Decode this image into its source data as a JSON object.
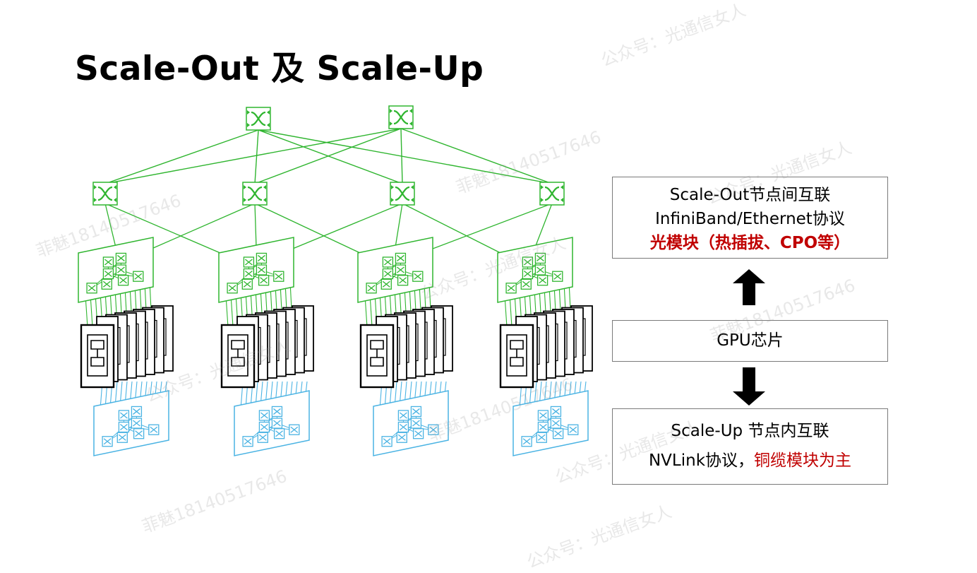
{
  "title": "Scale-Out 及 Scale-Up",
  "boxes": {
    "scale_out": {
      "line1": "Scale-Out节点间互联",
      "line2": "InfiniBand/Ethernet协议",
      "line3": "光模块（热插拔、CPO等）"
    },
    "gpu": {
      "label": "GPU芯片"
    },
    "scale_up": {
      "line1": "Scale-Up 节点内互联",
      "line2_black": "NVLink协议，",
      "line2_red": "铜缆模块为主"
    }
  },
  "watermarks": [
    "公众号：光通信女人",
    "菲魅18140517646",
    "公众号：光通信女人",
    "菲魅18140517646",
    "公众号：光通信女人",
    "菲魅18140517646",
    "公众号：光通信女人",
    "菲魅18140517646",
    "公众号：光通信女人",
    "菲魅18140517646",
    "公众号：光通信女人"
  ],
  "colors": {
    "scale_out_green": "#2fb52f",
    "scale_up_blue": "#4ab3e3",
    "gpu_black": "#000000",
    "accent_red": "#c00000",
    "box_border": "#7a7a7a"
  }
}
